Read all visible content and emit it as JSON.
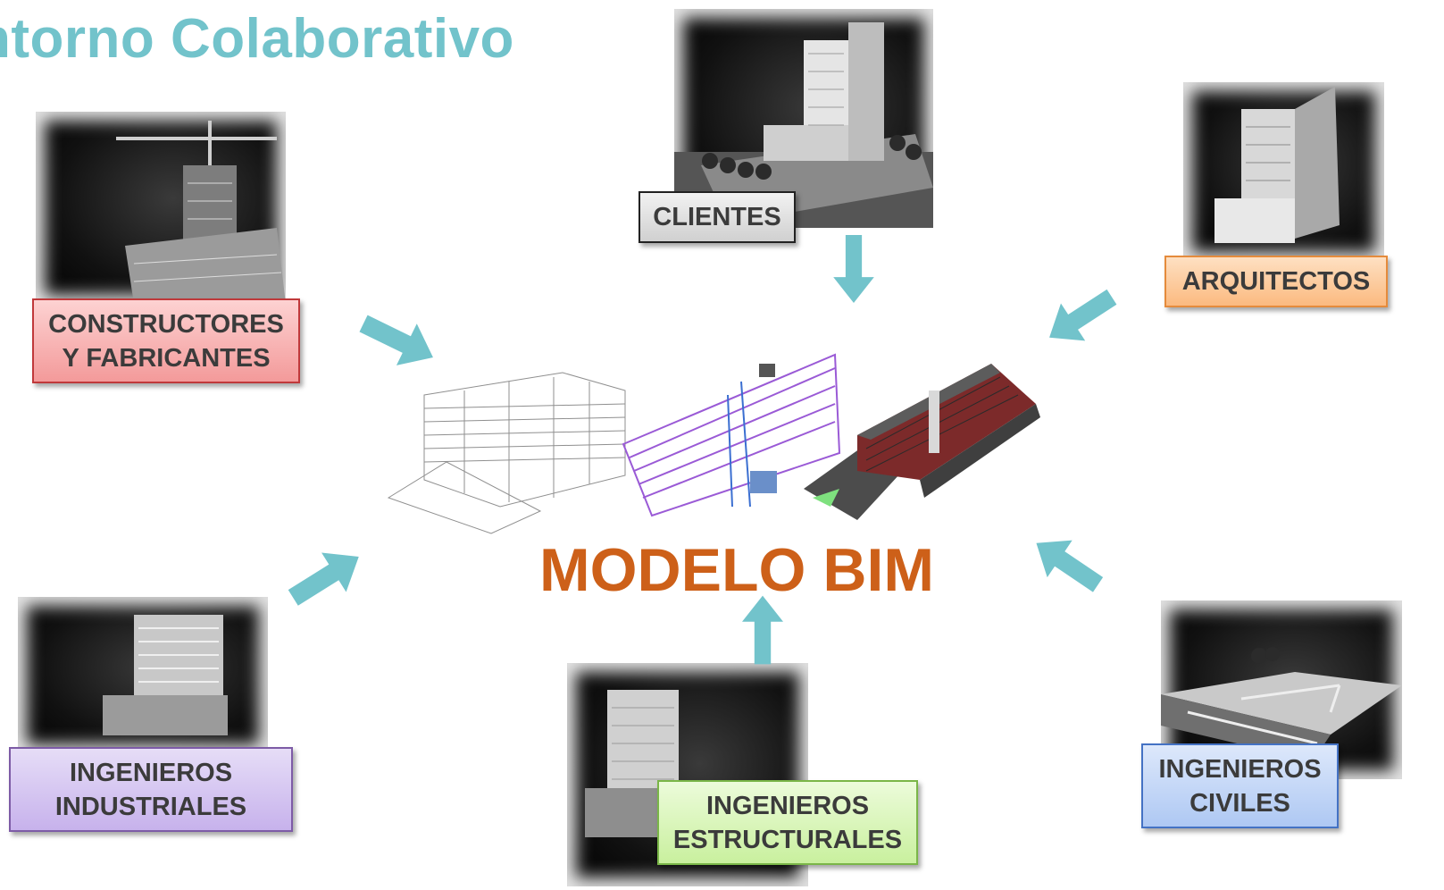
{
  "title": "ntorno Colaborativo",
  "center": {
    "label": "MODELO BIM"
  },
  "stakeholders": {
    "clientes": {
      "lines": [
        "CLIENTES"
      ],
      "color": "#d9d9d9",
      "border": "#222222"
    },
    "arquitectos": {
      "lines": [
        "ARQUITECTOS"
      ],
      "color": "#fbc08a",
      "border": "#e58b3c"
    },
    "constructores": {
      "lines": [
        "CONSTRUCTORES",
        "Y FABRICANTES"
      ],
      "color": "#f6a6a6",
      "border": "#c0393b"
    },
    "ind": {
      "lines": [
        "INGENIEROS",
        "INDUSTRIALES"
      ],
      "color": "#d3c2ef",
      "border": "#7d5ba6"
    },
    "est": {
      "lines": [
        "INGENIEROS",
        "ESTRUCTURALES"
      ],
      "color": "#d8f6b6",
      "border": "#7ab648"
    },
    "civ": {
      "lines": [
        "INGENIEROS",
        "CIVILES"
      ],
      "color": "#bcd3f7",
      "border": "#4472c4"
    }
  },
  "colors": {
    "arrow": "#72c3cb",
    "title": "#72c3cb",
    "center": "#cd6019"
  },
  "icons": [
    "arrow-icon",
    "building-icon",
    "crane-icon",
    "road-icon"
  ]
}
